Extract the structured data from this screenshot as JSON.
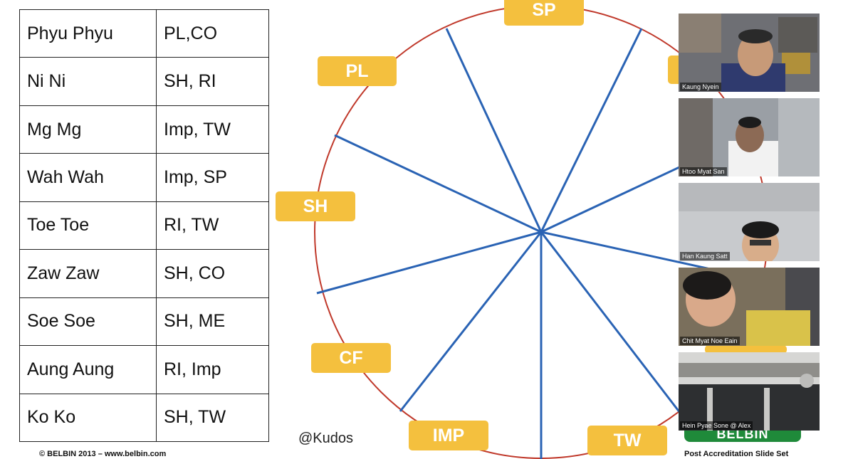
{
  "table": {
    "rows": [
      {
        "name": "Phyu Phyu",
        "roles": "PL,CO"
      },
      {
        "name": "Ni Ni",
        "roles": "SH, RI"
      },
      {
        "name": "Mg Mg",
        "roles": "Imp, TW"
      },
      {
        "name": "Wah Wah",
        "roles": "Imp, SP"
      },
      {
        "name": "Toe Toe",
        "roles": "RI, TW"
      },
      {
        "name": "Zaw Zaw",
        "roles": "SH, CO"
      },
      {
        "name": "Soe Soe",
        "roles": "SH, ME"
      },
      {
        "name": "Aung Aung",
        "roles": "RI, Imp"
      },
      {
        "name": "Ko Ko",
        "roles": "SH, TW"
      }
    ]
  },
  "wheel": {
    "labels": {
      "sp": "SP",
      "pl": "PL",
      "sh": "SH",
      "cf": "CF",
      "imp": "IMP",
      "tw": "TW"
    },
    "colors": {
      "circle": "#c0392b",
      "spokes": "#2a63b4",
      "label_bg": "#f4c03e"
    }
  },
  "footer": {
    "copyright": "© BELBIN 2013 – www.belbin.com",
    "kudos": "@Kudos",
    "logo": "BELBIN",
    "slide_set": "Post Accreditation Slide Set"
  },
  "participants": [
    {
      "name": "Kaung Nyein"
    },
    {
      "name": "Htoo Myat San"
    },
    {
      "name": "Han Kaung Satt"
    },
    {
      "name": "Chit Myat Noe Eain"
    },
    {
      "name": "Hein Pyae Sone @ Alex"
    }
  ]
}
